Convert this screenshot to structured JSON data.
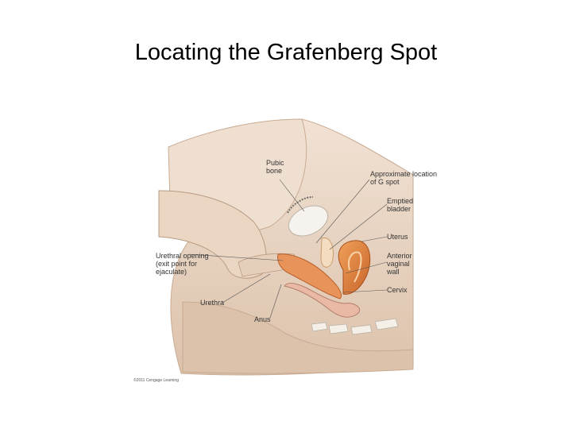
{
  "title": "Locating the Grafenberg Spot",
  "labels": {
    "pubic_bone": [
      "Pubic",
      "bone"
    ],
    "g_spot": [
      "Approximate location",
      "of G spot"
    ],
    "bladder": [
      "Emptied",
      "bladder"
    ],
    "uterus": [
      "Uterus"
    ],
    "vaginal_wall": [
      "Anterior",
      "vaginal",
      "wall"
    ],
    "cervix": [
      "Cervix"
    ],
    "urethral_opening": [
      "Urethral opening",
      "(exit point for",
      "ejaculate)"
    ],
    "urethra": [
      "Urethra"
    ],
    "anus": [
      "Anus"
    ]
  },
  "credit": "©2011 Cengage Learning",
  "colors": {
    "skin": "#ecd9c8",
    "skin_shadow": "#d7bba4",
    "uterus": "#e0863e",
    "bone": "#f4f0e8",
    "tissue": "#e9b9a6"
  }
}
